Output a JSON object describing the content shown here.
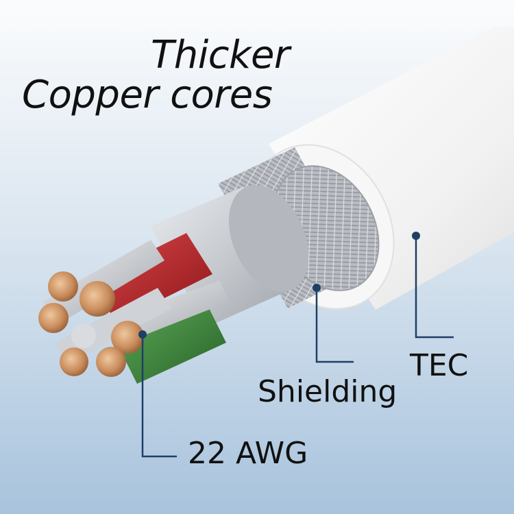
{
  "headline": {
    "line1": "Thicker",
    "line2": "Copper cores"
  },
  "callouts": {
    "tec": "TEC",
    "shielding": "Shielding",
    "awg": "22 AWG"
  },
  "colors": {
    "background_top": "#ffffff",
    "background_bottom": "#a8c3dd",
    "jacket": "#f4f4f4",
    "shield_braid": "#b9bcc2",
    "inner_sleeve": "#c9ccd1",
    "wire_red": "#b5262a",
    "wire_green": "#3f8a3c",
    "copper": "#c98c5c",
    "callout_line": "#1e3f66"
  }
}
